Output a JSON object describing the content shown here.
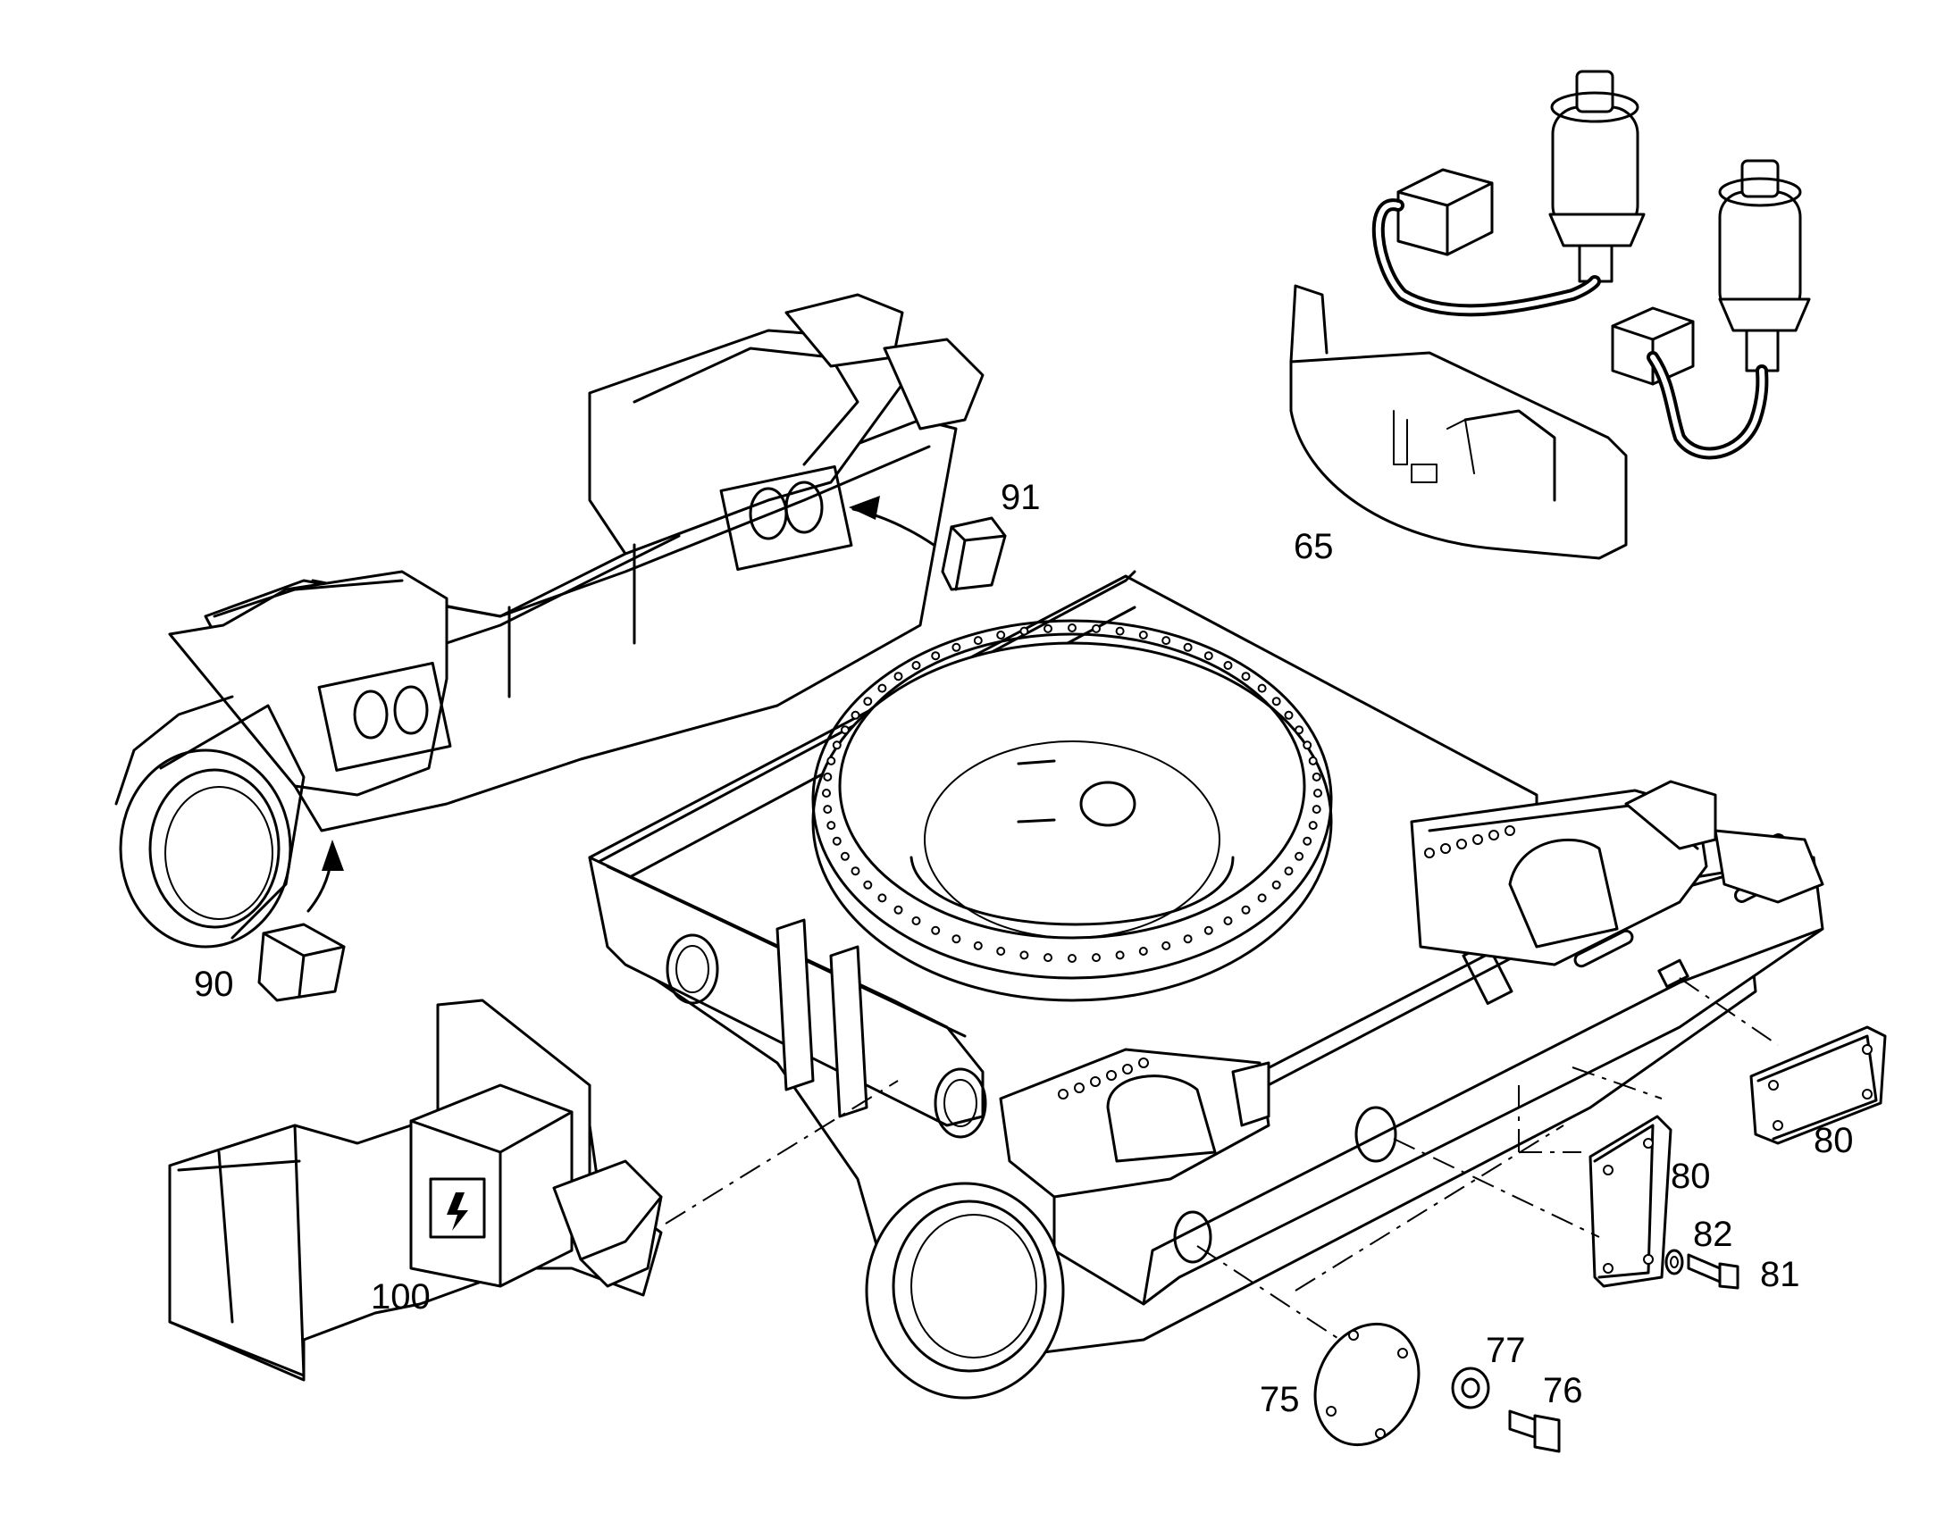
{
  "callouts": {
    "c65": "65",
    "c75": "75",
    "c76": "76",
    "c77": "77",
    "c80a": "80",
    "c80b": "80",
    "c81": "81",
    "c82": "82",
    "c90": "90",
    "c91": "91",
    "c100": "100"
  },
  "colors": {
    "line": "#000000",
    "background": "#ffffff"
  }
}
